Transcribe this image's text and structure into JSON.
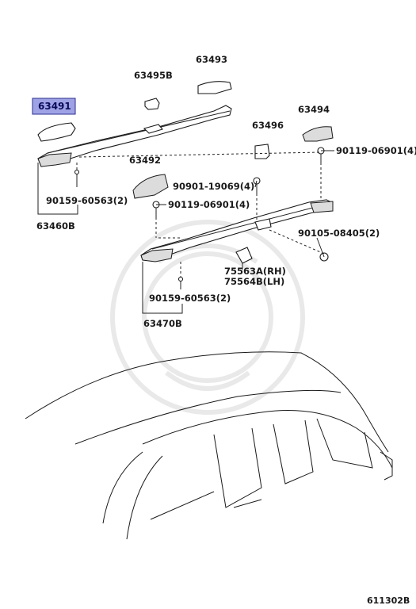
{
  "labels": {
    "p63491": "63491",
    "p63495b": "63495B",
    "p63493": "63493",
    "p63494": "63494",
    "p63496": "63496",
    "p63492": "63492",
    "p90119_a": "90119-06901(4)",
    "p90901": "90901-19069(4)",
    "p90119_b": "90119-06901(4)",
    "p90105": "90105-08405(2)",
    "p75563a": "75563A(RH)",
    "p75564b": "75564B(LH)",
    "p90159_a": "90159-60563(2)",
    "p63460b": "63460B",
    "p90159_b": "90159-60563(2)",
    "p63470b": "63470B"
  },
  "highlight": {
    "part": "63491",
    "color": "#9fa3e6"
  },
  "diagram_code": "611302B"
}
